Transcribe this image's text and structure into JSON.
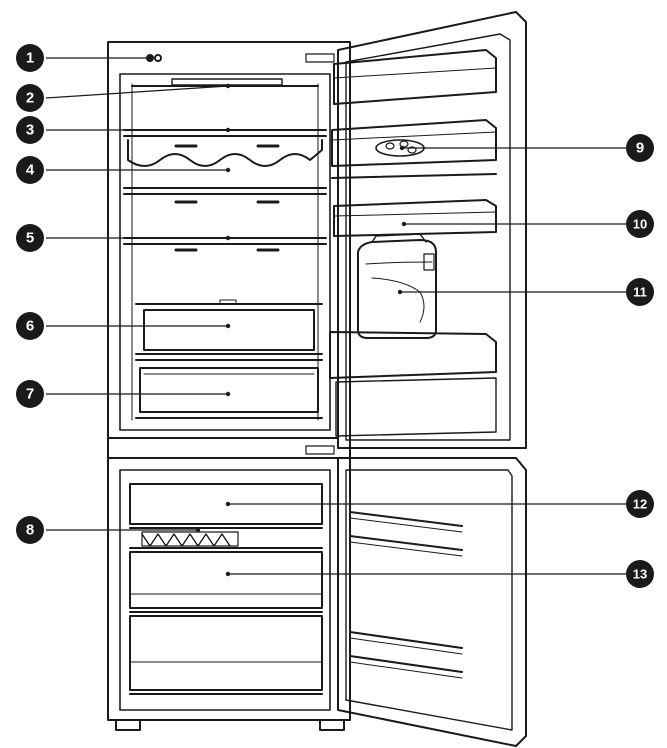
{
  "diagram": {
    "subject": "fridge-freezer-interior",
    "colors": {
      "line": "#1a1a1a",
      "callout_fill": "#1a1a1a",
      "callout_text": "#ffffff",
      "background": "#ffffff"
    },
    "callouts": [
      {
        "id": "c1",
        "number": "1"
      },
      {
        "id": "c2",
        "number": "2"
      },
      {
        "id": "c3",
        "number": "3"
      },
      {
        "id": "c4",
        "number": "4"
      },
      {
        "id": "c5",
        "number": "5"
      },
      {
        "id": "c6",
        "number": "6"
      },
      {
        "id": "c7",
        "number": "7"
      },
      {
        "id": "c8",
        "number": "8"
      },
      {
        "id": "c9",
        "number": "9"
      },
      {
        "id": "c10",
        "number": "10"
      },
      {
        "id": "c11",
        "number": "11"
      },
      {
        "id": "c12",
        "number": "12"
      },
      {
        "id": "c13",
        "number": "13"
      }
    ]
  }
}
